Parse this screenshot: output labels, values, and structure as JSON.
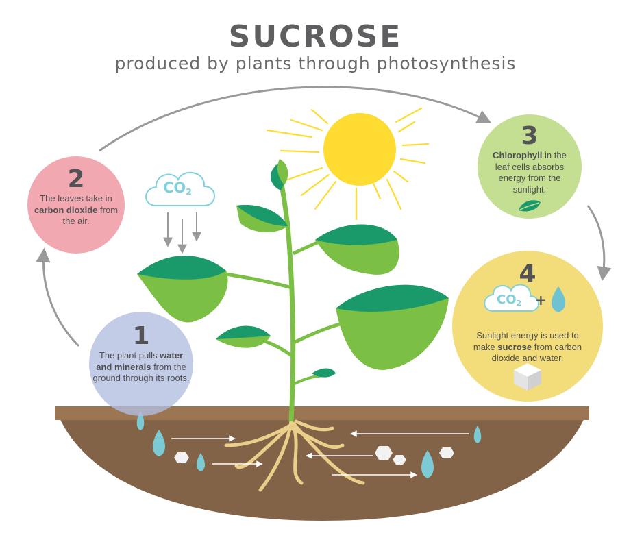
{
  "header": {
    "title": "SUCROSE",
    "subtitle": "produced by plants through photosynthesis"
  },
  "steps": [
    {
      "number": "1",
      "text_before": "The plant pulls ",
      "bold": "water and minerals",
      "text_after": " from the ground through its roots."
    },
    {
      "number": "2",
      "text_before": "The leaves take in ",
      "bold": "carbon dioxide",
      "text_after": " from the air."
    },
    {
      "number": "3",
      "text_before": "",
      "bold": "Chlorophyll",
      "text_after": " in the leaf cells absorbs energy from the sunlight."
    },
    {
      "number": "4",
      "text_before": "Sunlight energy is used to make ",
      "bold": "sucrose",
      "text_after": " from carbon dioxide and water."
    }
  ],
  "co2_cloud": {
    "label": "CO",
    "subscript": "2"
  },
  "equation": {
    "co2": "CO",
    "subscript": "2",
    "plus": "+"
  },
  "icons": [
    "co2-cloud-icon",
    "leaf-icon",
    "water-drop-icon",
    "sugar-cube-icon",
    "sun-icon",
    "plant-illustration"
  ],
  "colors": {
    "step1": "#b2bee0",
    "step2": "#f2a8b0",
    "step3": "#c4df92",
    "step4": "#f3dd7a",
    "soil": "#836347",
    "soil_top": "#9c7553",
    "sun": "#fedc32",
    "leaf_dark": "#1a9a6a",
    "leaf_light": "#7bbf44",
    "water": "#7ccbd4",
    "roots": "#e9cf8a",
    "arrow": "#9a9a9c"
  }
}
